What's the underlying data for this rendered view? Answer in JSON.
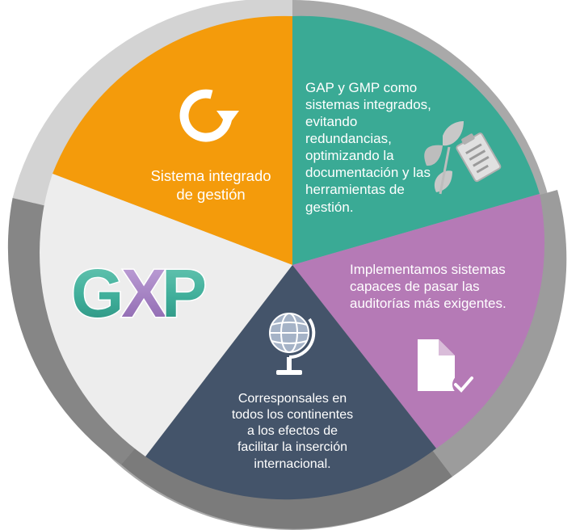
{
  "colors": {
    "ring_light": "#d3d3d3",
    "ring_mid": "#a9a9a9",
    "ring_dark": "#7b7b7b",
    "orange": "#f49b0b",
    "teal": "#3aaa95",
    "purple": "#b57ab6",
    "navy": "#44546a",
    "light_gray": "#ededed",
    "logo_teal": "#3fae9a",
    "logo_purple": "#a07bc0"
  },
  "logo": {
    "text": "GXP"
  },
  "segments": [
    {
      "id": "sistema",
      "text": "Sistema integrado de gestión",
      "lines": [
        "Sistema integrado",
        "de gestión"
      ],
      "icon": "refresh-icon"
    },
    {
      "id": "gap",
      "text": "GAP y GMP como sistemas integrados, evitando redundancias, optimizando la documentación y las herramientas de gestión.",
      "lines": [
        "GAP y GMP como",
        "sistemas integrados,",
        "evitando",
        "redundancias,",
        "optimizando la",
        "documentación y las",
        "herramientas de",
        "gestión."
      ],
      "icon": "leaf-document-icon"
    },
    {
      "id": "auditorias",
      "text": "Implementamos sistemas capaces de pasar las auditorías más exigentes.",
      "lines": [
        "Implementamos sistemas",
        "capaces de pasar las",
        "auditorías más exigentes."
      ],
      "icon": "document-check-icon"
    },
    {
      "id": "corresponsales",
      "text": "Corresponsales en todos los continentes a los efectos de facilitar la inserción internacional.",
      "lines": [
        "Corresponsales en",
        "todos los continentes",
        "a los efectos de",
        "facilitar la inserción",
        "internacional."
      ],
      "icon": "globe-icon"
    }
  ]
}
